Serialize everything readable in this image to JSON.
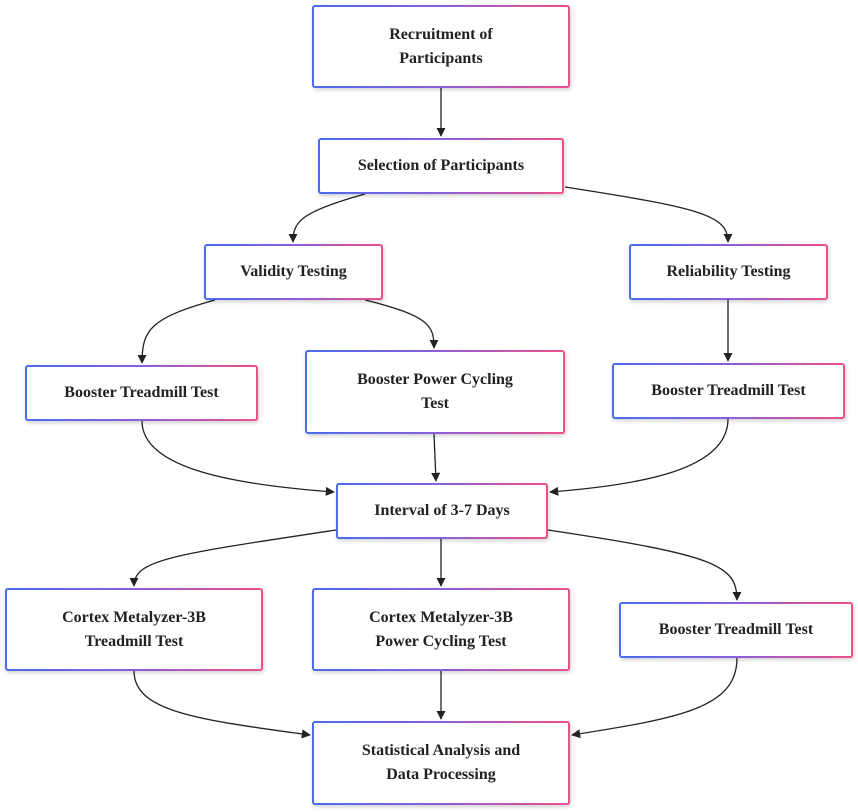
{
  "nodes": {
    "recruitment": [
      "Recruitment of",
      "Participants"
    ],
    "selection": [
      "Selection of Participants"
    ],
    "validity": [
      "Validity Testing"
    ],
    "reliability": [
      "Reliability Testing"
    ],
    "booster_treadmill_1": [
      "Booster Treadmill Test"
    ],
    "booster_cycling": [
      "Booster Power Cycling",
      "Test"
    ],
    "booster_treadmill_2": [
      "Booster Treadmill Test"
    ],
    "interval": [
      "Interval of 3-7 Days"
    ],
    "cortex_treadmill": [
      "Cortex Metalyzer-3B",
      "Treadmill Test"
    ],
    "cortex_cycling": [
      "Cortex Metalyzer-3B",
      "Power Cycling Test"
    ],
    "booster_treadmill_3": [
      "Booster Treadmill Test"
    ],
    "statistical": [
      "Statistical Analysis and",
      "Data Processing"
    ]
  },
  "edges": [
    [
      "recruitment",
      "selection"
    ],
    [
      "selection",
      "validity"
    ],
    [
      "selection",
      "reliability"
    ],
    [
      "validity",
      "booster_treadmill_1"
    ],
    [
      "validity",
      "booster_cycling"
    ],
    [
      "reliability",
      "booster_treadmill_2"
    ],
    [
      "booster_treadmill_1",
      "interval"
    ],
    [
      "booster_cycling",
      "interval"
    ],
    [
      "booster_treadmill_2",
      "interval"
    ],
    [
      "interval",
      "cortex_treadmill"
    ],
    [
      "interval",
      "cortex_cycling"
    ],
    [
      "interval",
      "booster_treadmill_3"
    ],
    [
      "cortex_treadmill",
      "statistical"
    ],
    [
      "cortex_cycling",
      "statistical"
    ],
    [
      "booster_treadmill_3",
      "statistical"
    ]
  ],
  "colors": {
    "border_start": "#4a6cf0",
    "border_end": "#ee4f8a",
    "edge": "#222222",
    "text": "#222222"
  }
}
